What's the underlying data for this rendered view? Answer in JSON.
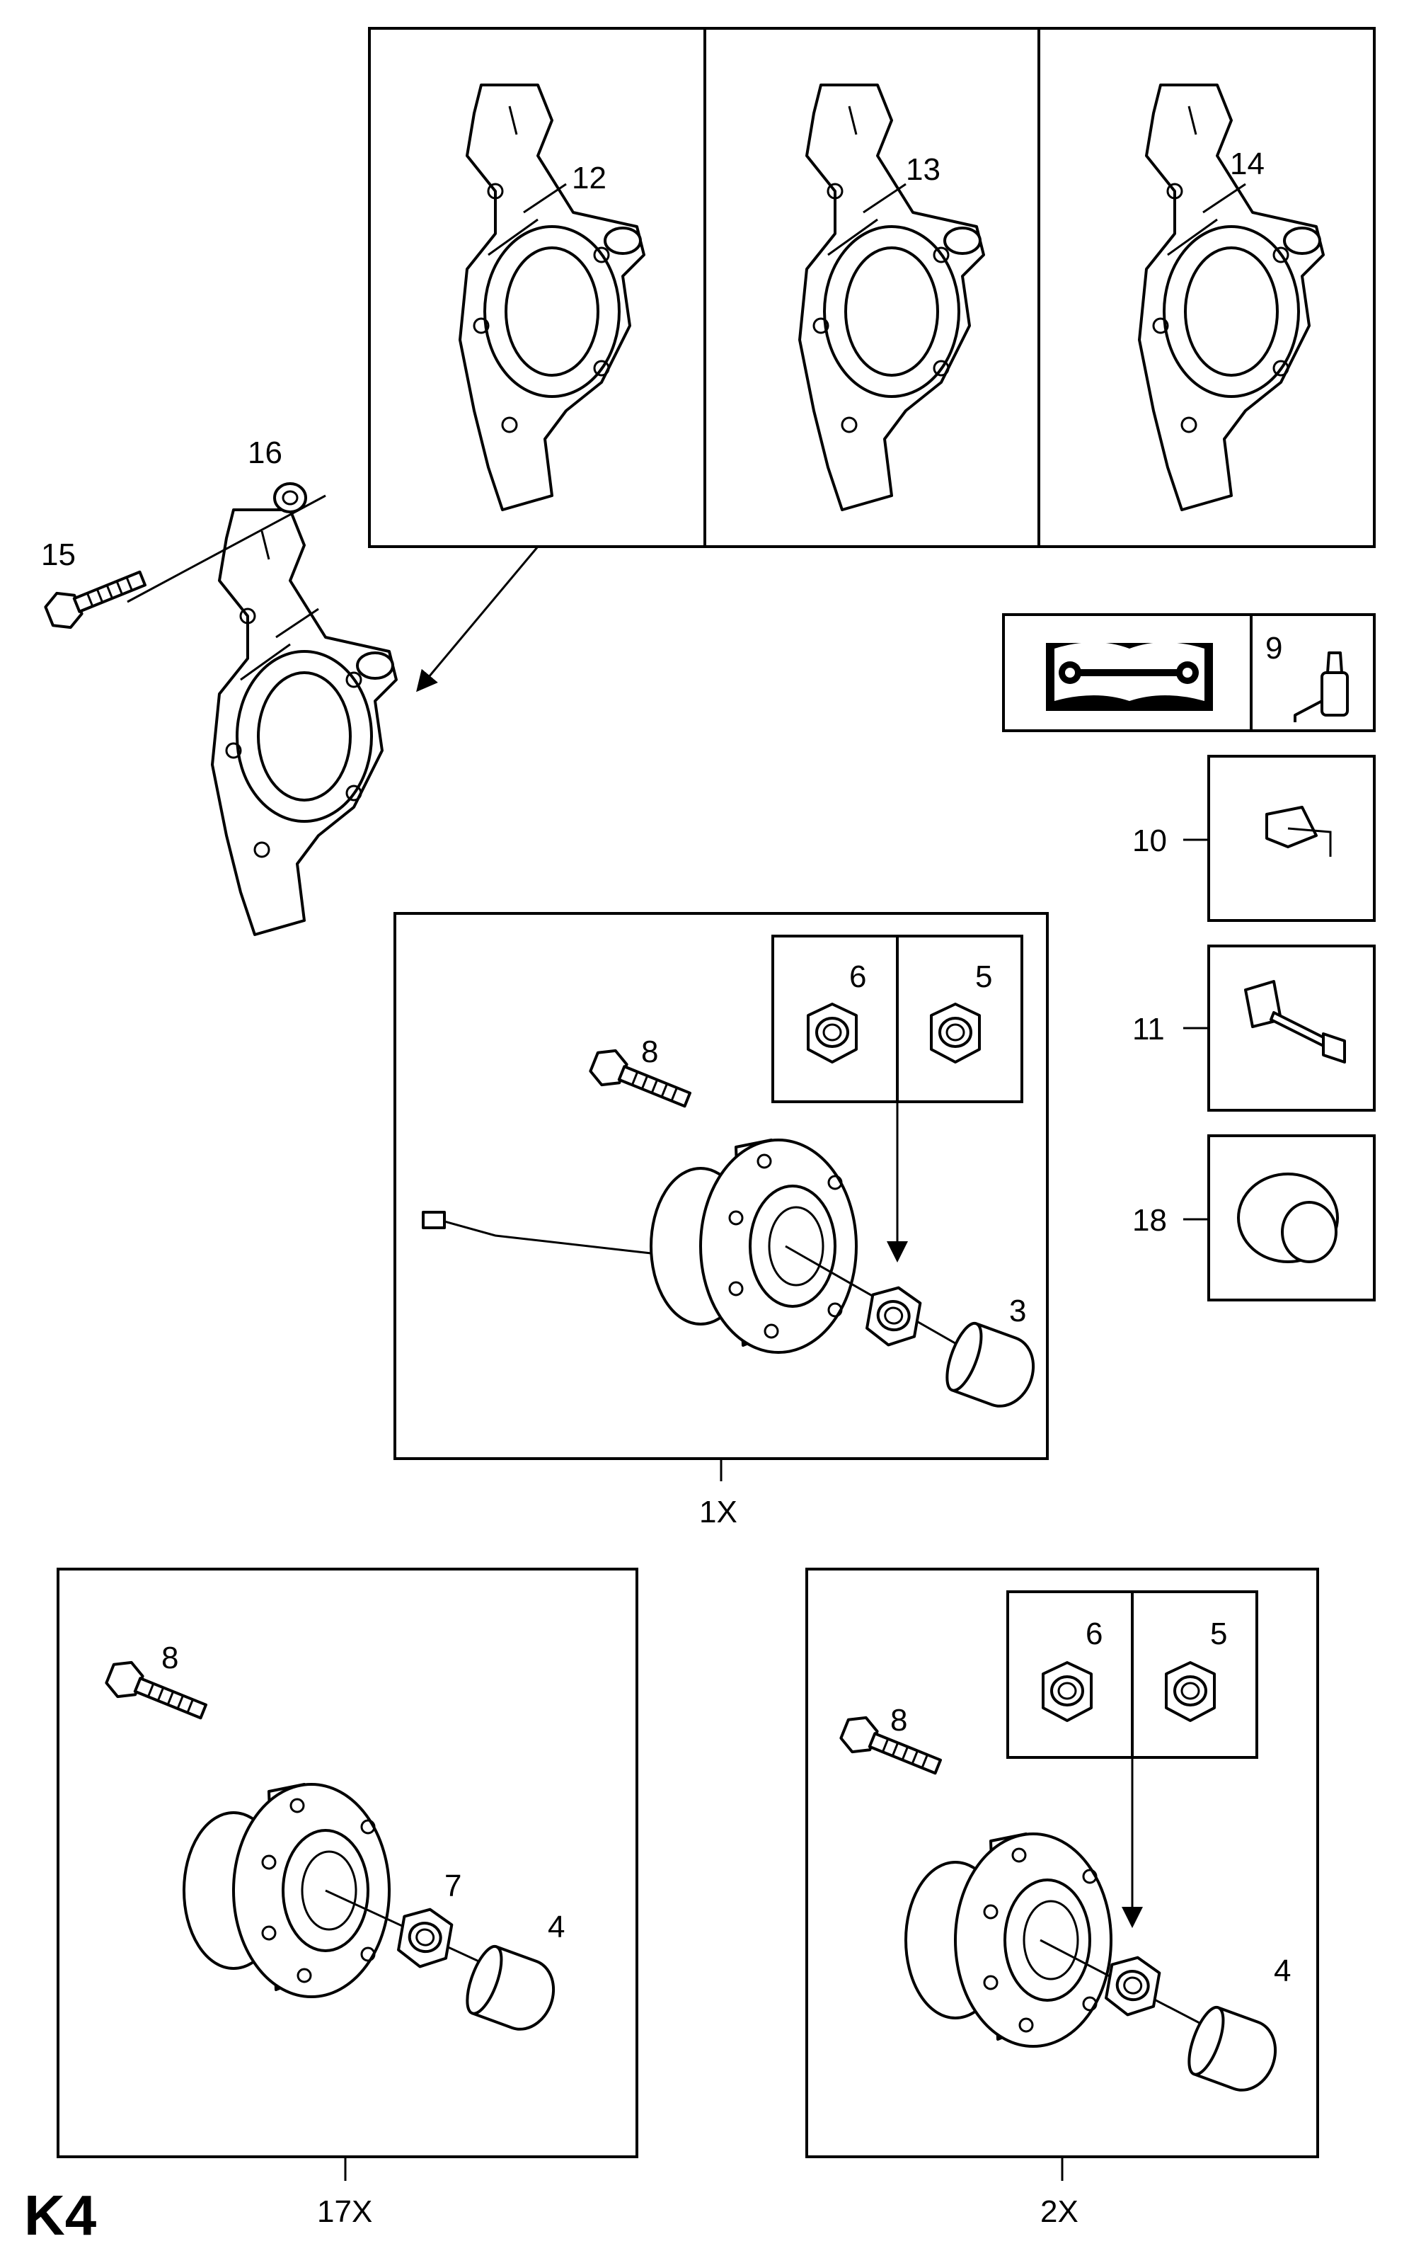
{
  "page_code": "K4",
  "labels": {
    "p12": "12",
    "p13": "13",
    "p14": "14",
    "p16": "16",
    "p15": "15",
    "p9": "9",
    "p10": "10",
    "p11": "11",
    "p18": "18",
    "k1_6": "6",
    "k1_5": "5",
    "k1_8": "8",
    "k1_3": "3",
    "k1_qty": "1X",
    "k17_8": "8",
    "k17_7": "7",
    "k17_4": "4",
    "k17_qty": "17X",
    "k2_6": "6",
    "k2_5": "5",
    "k2_8": "8",
    "k2_4": "4",
    "k2_qty": "2X"
  }
}
